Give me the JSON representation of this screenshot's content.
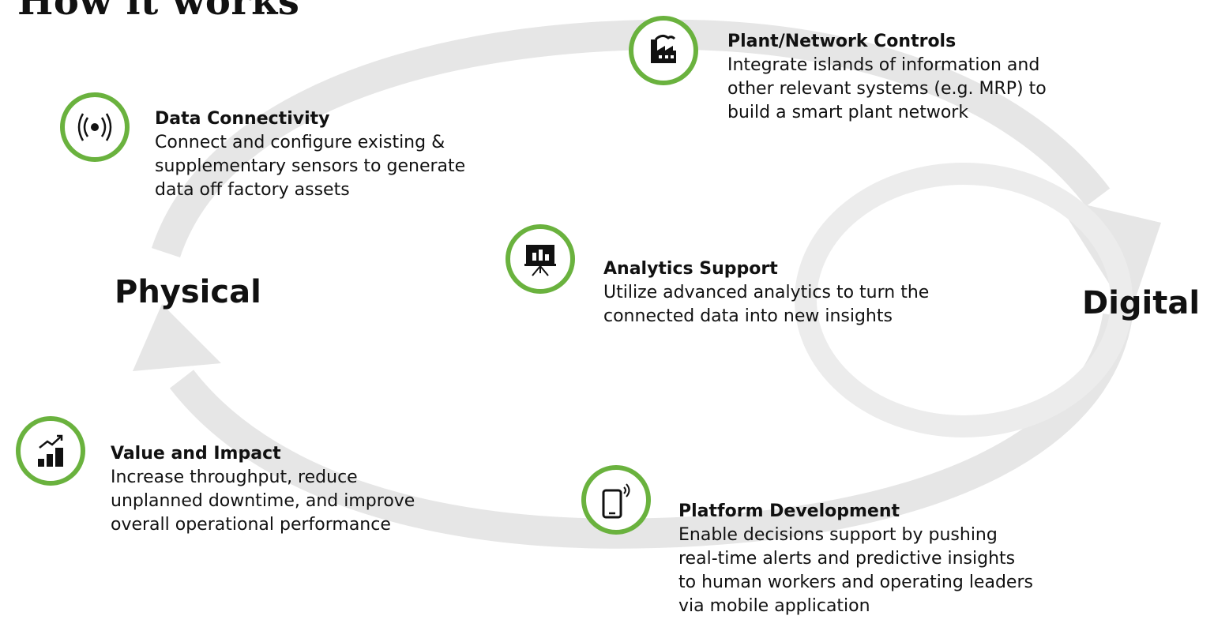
{
  "title": "How it works",
  "labels": {
    "physical": "Physical",
    "digital": "Digital"
  },
  "colors": {
    "ring": "#6ab23e",
    "arrow": "#e6e6e6",
    "text": "#111111"
  },
  "steps": [
    {
      "icon": "signal-icon",
      "title": "Data Connectivity",
      "description": "Connect and configure existing & supplementary sensors to generate data off factory assets"
    },
    {
      "icon": "factory-icon",
      "title": "Plant/Network Controls",
      "description": "Integrate islands of information and other relevant systems (e.g. MRP) to build a smart plant network"
    },
    {
      "icon": "presentation-icon",
      "title": "Analytics Support",
      "description": "Utilize advanced analytics to turn the connected data into new insights"
    },
    {
      "icon": "mobile-signal-icon",
      "title": "Platform Development",
      "description": "Enable decisions support by pushing real-time alerts and predictive insights to human workers and operating leaders via mobile application"
    },
    {
      "icon": "growth-chart-icon",
      "title": "Value and Impact",
      "description": "Increase throughput, reduce unplanned downtime, and improve overall operational performance"
    }
  ]
}
